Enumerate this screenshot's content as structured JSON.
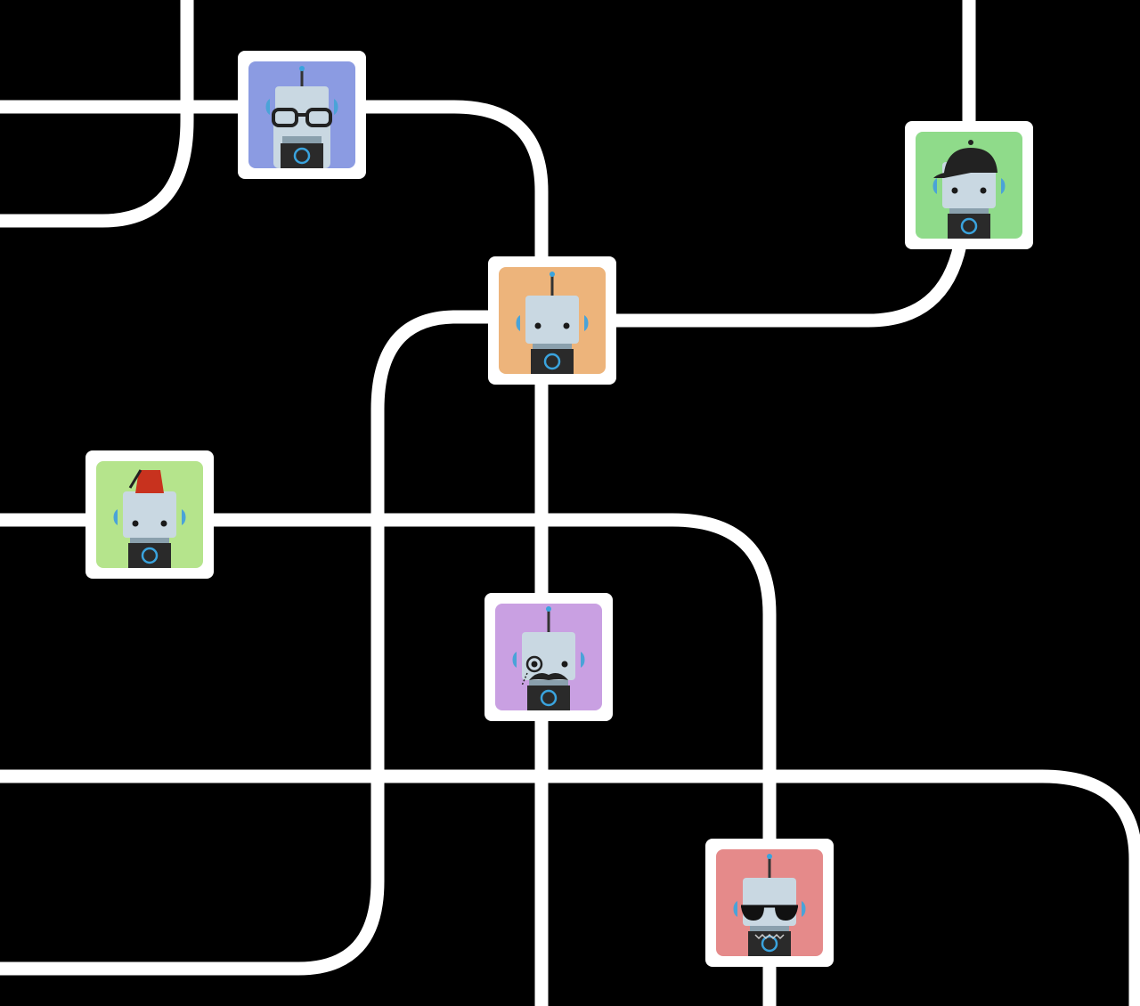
{
  "colors": {
    "background": "#000000",
    "connector": "#ffffff",
    "card_border": "#ffffff",
    "robot_head": "#c9d8e2",
    "robot_body": "#2a2a2a",
    "robot_ear": "#4aa3d8",
    "robot_logo": "#3aa3dd"
  },
  "avatars": [
    {
      "id": "glasses",
      "bg": "#8b9be2",
      "accessory": "glasses-icon"
    },
    {
      "id": "cap",
      "bg": "#8fdb8a",
      "accessory": "baseball-cap-icon"
    },
    {
      "id": "plain",
      "bg": "#edb47b",
      "accessory": "none"
    },
    {
      "id": "fez",
      "bg": "#b5e48c",
      "accessory": "fez-icon"
    },
    {
      "id": "monocle",
      "bg": "#c9a0e2",
      "accessory": "monocle-mustache-icon"
    },
    {
      "id": "sunglasses",
      "bg": "#e58a8a",
      "accessory": "sunglasses-icon"
    }
  ]
}
